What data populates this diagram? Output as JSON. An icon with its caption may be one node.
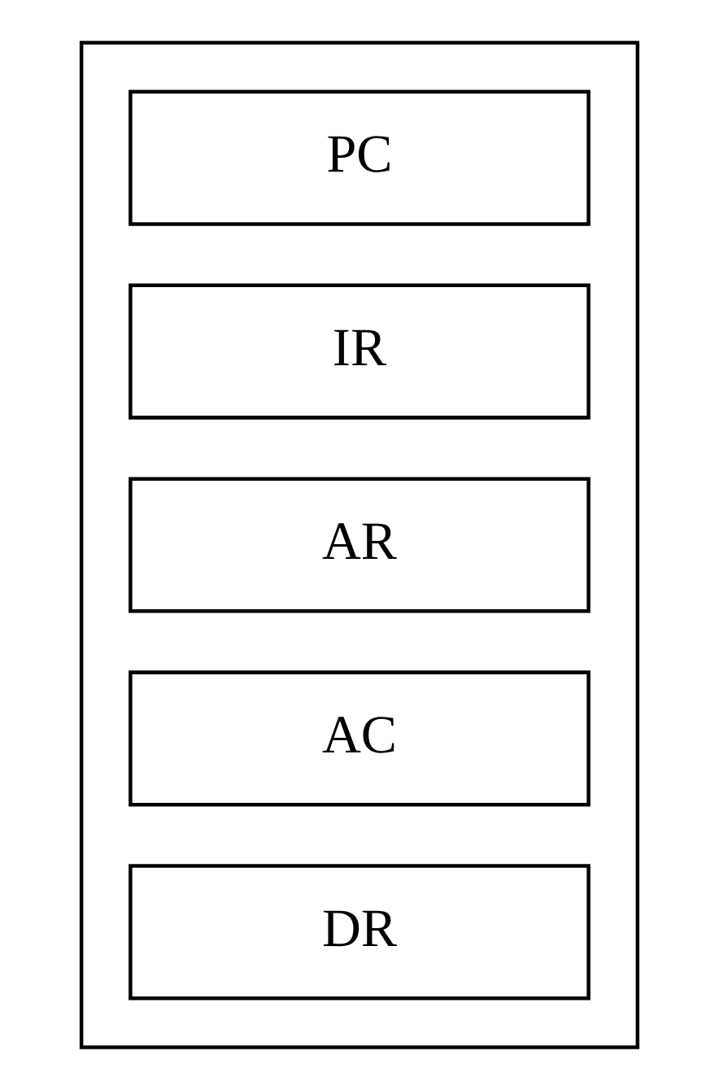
{
  "diagram": {
    "nodes": [
      {
        "text": [],
        "shape": "box"
      },
      {
        "text": [
          "PC"
        ],
        "in": 0
      },
      {
        "text": [
          "IR"
        ],
        "in": 0
      },
      {
        "text": [
          "AR"
        ],
        "in": 0
      },
      {
        "text": [
          "AC"
        ],
        "in": 0
      },
      {
        "text": [
          "DR"
        ],
        "in": 0
      }
    ]
  }
}
